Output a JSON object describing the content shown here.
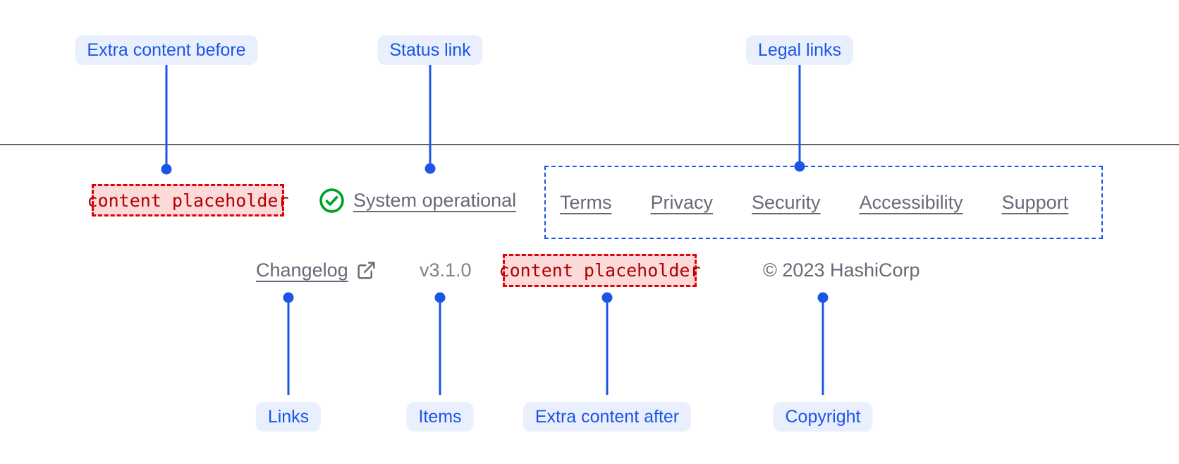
{
  "colors": {
    "accent": "#1c55e6",
    "pill_bg": "#e9effd",
    "link_gray": "#656a76",
    "faint_gray": "#7e828c",
    "divider": "#60646f",
    "red_text": "#b20005",
    "red_border": "#e00005",
    "red_bg": "#fcdada",
    "green": "#00a324"
  },
  "annotations": {
    "top": [
      {
        "label": "Extra content before"
      },
      {
        "label": "Status link"
      },
      {
        "label": "Legal links"
      }
    ],
    "bottom": [
      {
        "label": "Links"
      },
      {
        "label": "Items"
      },
      {
        "label": "Extra content after"
      },
      {
        "label": "Copyright"
      }
    ]
  },
  "footer": {
    "extra_content_before": "content placeholder",
    "status_link": {
      "label": "System operational",
      "icon": "check-circle-icon"
    },
    "legal_links": [
      "Terms",
      "Privacy",
      "Security",
      "Accessibility",
      "Support"
    ],
    "links": [
      {
        "label": "Changelog",
        "icon": "external-link-icon"
      }
    ],
    "version": "v3.1.0",
    "extra_content_after": "content placeholder",
    "copyright": "© 2023 HashiCorp"
  }
}
